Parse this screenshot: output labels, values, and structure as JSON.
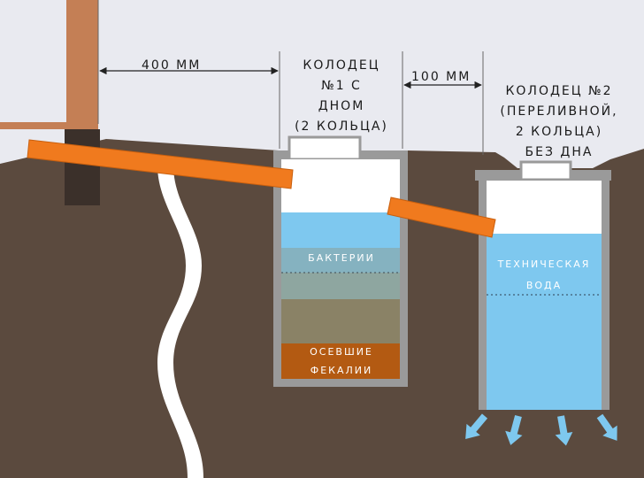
{
  "dimensions": {
    "house_gap": "400 мм",
    "well_gap": "100 мм"
  },
  "well1": {
    "title_lines": [
      "Колодец",
      "№1 с",
      "дном",
      "(2 кольца)"
    ],
    "layer_bacteria": "бактерии",
    "layer_sediment_lines": [
      "осевшие",
      "фекалии"
    ]
  },
  "well2": {
    "title_lines": [
      "Колодец №2",
      "(переливной,",
      "2 кольца)",
      "без дна"
    ],
    "water_lines": [
      "техническая",
      "вода"
    ]
  },
  "colors": {
    "sky": "#e9eaf0",
    "soil": "#5b4a3e",
    "post": "#c47f55",
    "pipe": "#f07a1e",
    "concrete": "#9a9a9a",
    "water": "#7ec8ef",
    "sludge": "#8a8266",
    "sediment": "#b35a12"
  }
}
